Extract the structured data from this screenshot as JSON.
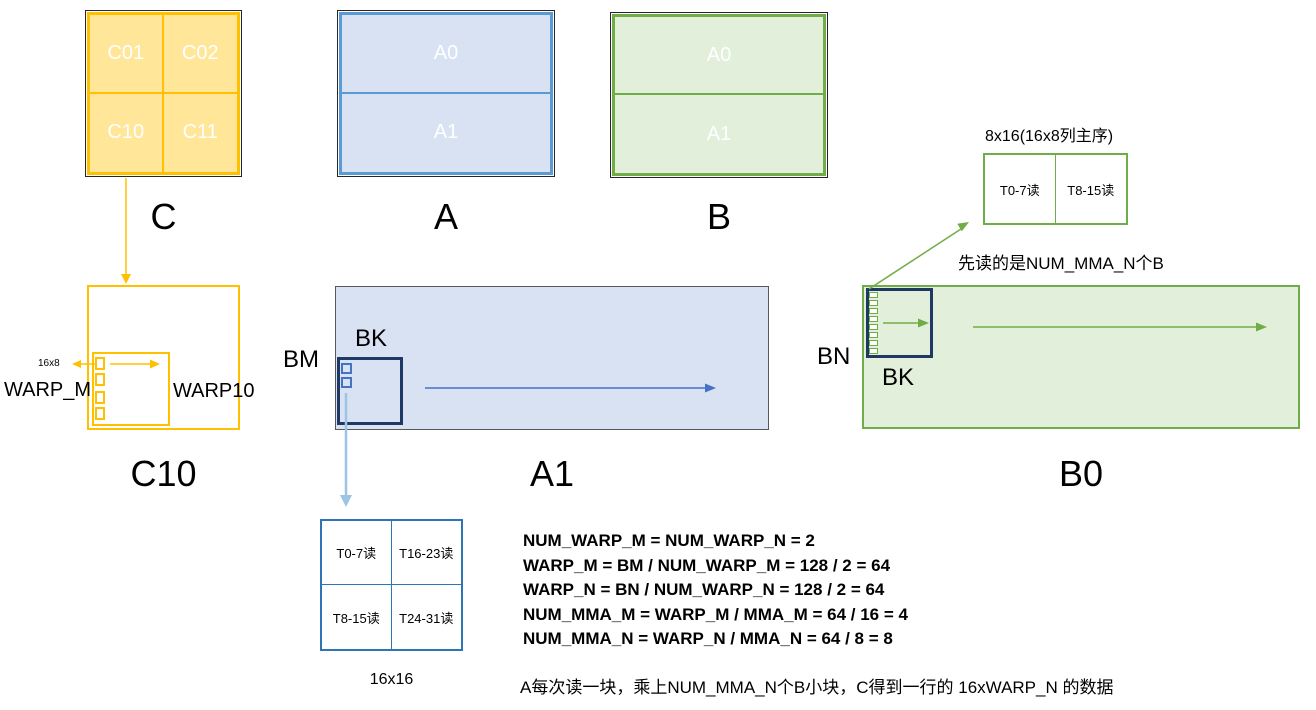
{
  "colors": {
    "gold": "#FFC000",
    "gold_fill": "#FFE699",
    "blue": "#5B9BD5",
    "blue_fill": "#D9E2F3",
    "green": "#70AD47",
    "green_fill": "#E2EFDA",
    "navy": "#1F3864",
    "mid_blue": "#4472C4",
    "light_blue": "#9DC3E6",
    "tile_blue": "#2E75B6"
  },
  "c_matrix": {
    "label": "C",
    "cells": [
      "C01",
      "C02",
      "C10",
      "C11"
    ]
  },
  "a_matrix": {
    "label": "A",
    "cells": [
      "A0",
      "A1"
    ]
  },
  "b_matrix": {
    "label": "B",
    "cells": [
      "A0",
      "A1"
    ]
  },
  "b_tile": {
    "title": "8x16(16x8列主序)",
    "cell_left": "T0-7读",
    "cell_right": "T8-15读",
    "note": "先读的是NUM_MMA_N个B"
  },
  "c10_zone": {
    "label": "C10",
    "warp_m": "WARP_M",
    "warp10": "WARP10",
    "size": "16x8"
  },
  "a1_zone": {
    "label": "A1",
    "bm": "BM",
    "bk": "BK"
  },
  "b0_zone": {
    "label": "B0",
    "bn": "BN",
    "bk": "BK"
  },
  "a_tile": {
    "caption": "16x16",
    "tl": "T0-7读",
    "tr": "T16-23读",
    "bl": "T8-15读",
    "br": "T24-31读"
  },
  "formulas": [
    "NUM_WARP_M = NUM_WARP_N = 2",
    "WARP_M = BM / NUM_WARP_M = 128 / 2 = 64",
    "WARP_N = BN / NUM_WARP_N = 128 / 2 = 64",
    "NUM_MMA_M = WARP_M / MMA_M = 64 / 16 = 4",
    "NUM_MMA_N = WARP_N / MMA_N = 64 / 8 = 8"
  ],
  "footnote": "A每次读一块，乘上NUM_MMA_N个B小块，C得到一行的 16xWARP_N 的数据"
}
